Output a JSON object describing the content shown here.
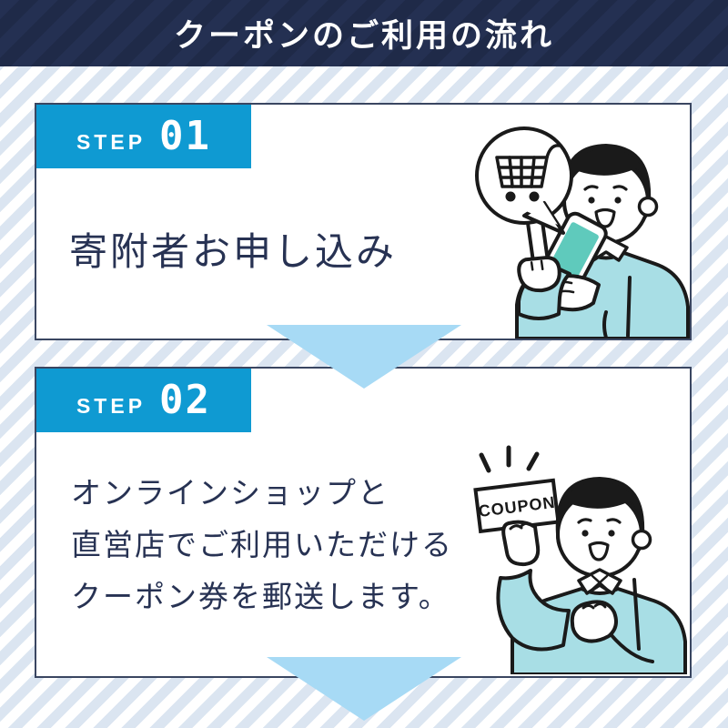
{
  "header": {
    "title": "クーポンのご利用の流れ"
  },
  "steps": [
    {
      "badge_label": "STEP",
      "badge_number": "01",
      "lines": [
        "寄附者お申し込み"
      ],
      "illustration": "man-looking-at-smartphone-with-shopping-cart-speech-bubble"
    },
    {
      "badge_label": "STEP",
      "badge_number": "02",
      "lines": [
        "オンラインショップと",
        "直営店でご利用いただける",
        "クーポン券を郵送します。"
      ],
      "coupon_label": "COUPON",
      "illustration": "man-holding-coupon-ticket"
    }
  ],
  "colors": {
    "header_navy": "#1f2a48",
    "badge_blue": "#0f9ad2",
    "card_border": "#3a4661",
    "text_navy": "#273253",
    "arrow_blue": "#a7daf5",
    "background_stripe": "#dbe5f1",
    "sweater_blue": "#a8dee5",
    "phone_screen_teal": "#5fcabc"
  }
}
